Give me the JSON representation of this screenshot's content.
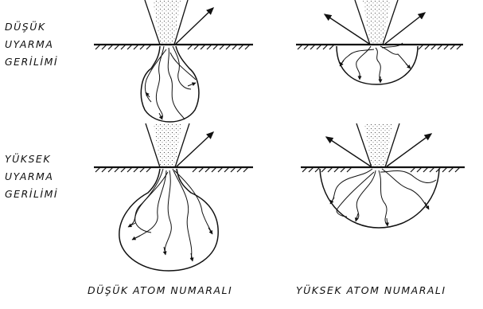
{
  "row_labels": {
    "low_voltage": [
      "DÜŞÜK",
      "UYARMA",
      "GERİLİMİ"
    ],
    "high_voltage": [
      "YÜKSEK",
      "UYARMA",
      "GERİLİMİ"
    ]
  },
  "column_labels": {
    "low_atomic_number": "DÜŞÜK ATOM NUMARALI",
    "high_atomic_number": "YÜKSEK ATOM NUMARALI"
  },
  "colors": {
    "ink": "#111111",
    "background": "#ffffff",
    "stipple": "#555555"
  },
  "panels": [
    {
      "id": "low-voltage-low-z",
      "shape": "pear"
    },
    {
      "id": "low-voltage-high-z",
      "shape": "hemisphere"
    },
    {
      "id": "high-voltage-low-z",
      "shape": "pear"
    },
    {
      "id": "high-voltage-high-z",
      "shape": "hemisphere"
    }
  ]
}
